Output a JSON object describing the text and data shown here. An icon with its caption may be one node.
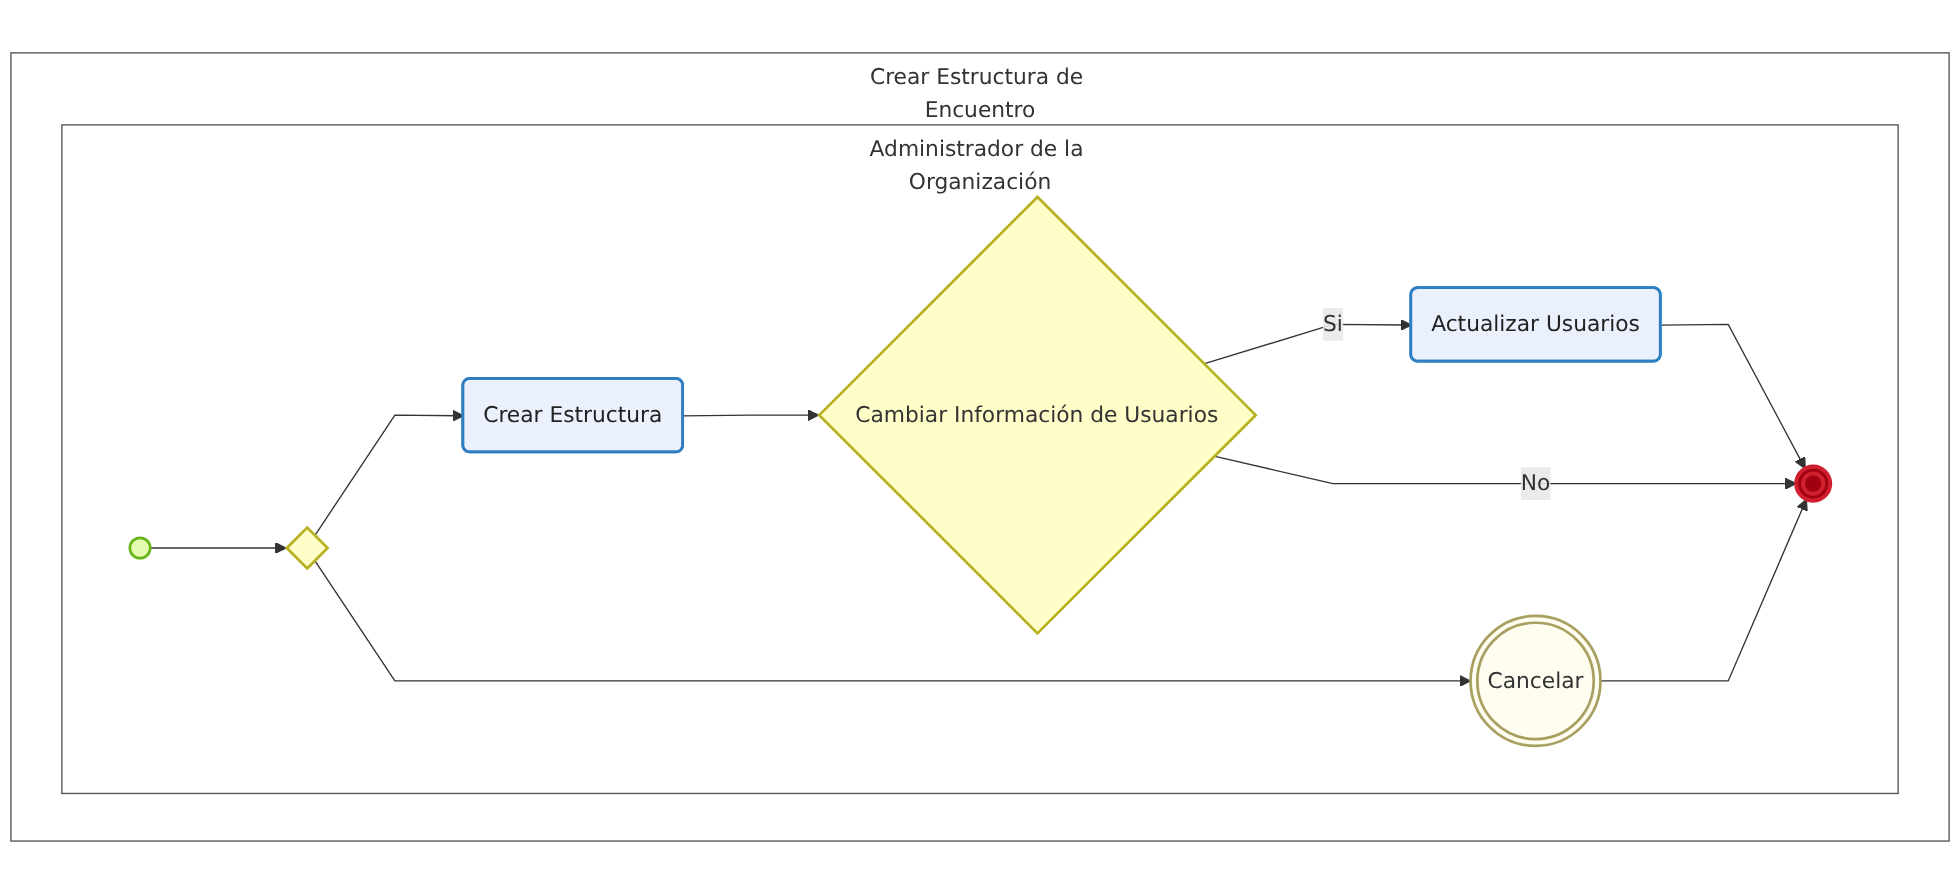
{
  "diagram": {
    "nodes": [
      {
        "text": [
          "Crear Estructura de Encuentro"
        ]
      },
      {
        "text": [
          "Administrador de la Organización"
        ],
        "in": 0
      },
      {
        "text": [],
        "shape": "circle",
        "in": 1
      },
      {
        "text": [],
        "shape": "diamond",
        "in": 1
      },
      {
        "text": [
          "Crear Estructura"
        ],
        "in": 1
      },
      {
        "text": [
          "Cambiar Información de Usuarios"
        ],
        "in": 1
      },
      {
        "text": [
          "Actualizar Usuarios"
        ],
        "in": 1
      },
      {
        "text": [
          "Cancelar"
        ],
        "in": 1
      },
      {
        "text": [],
        "shape": "circle",
        "in": 1
      }
    ],
    "edges": [
      {
        "from": 2,
        "to": 3,
        "arrow": "to"
      },
      {
        "from": 3,
        "to": 4,
        "arrow": "to"
      },
      {
        "from": 4,
        "to": 5,
        "arrow": "to"
      },
      {
        "from": 5,
        "to": 6,
        "arrow": "to",
        "label": "Si"
      },
      {
        "from": 3,
        "to": 7,
        "arrow": "to"
      },
      {
        "from": 5,
        "to": 8,
        "arrow": "to",
        "label": "No"
      },
      {
        "from": 7,
        "to": 8,
        "arrow": "to"
      },
      {
        "from": 6,
        "to": 8,
        "arrow": "to"
      }
    ]
  }
}
